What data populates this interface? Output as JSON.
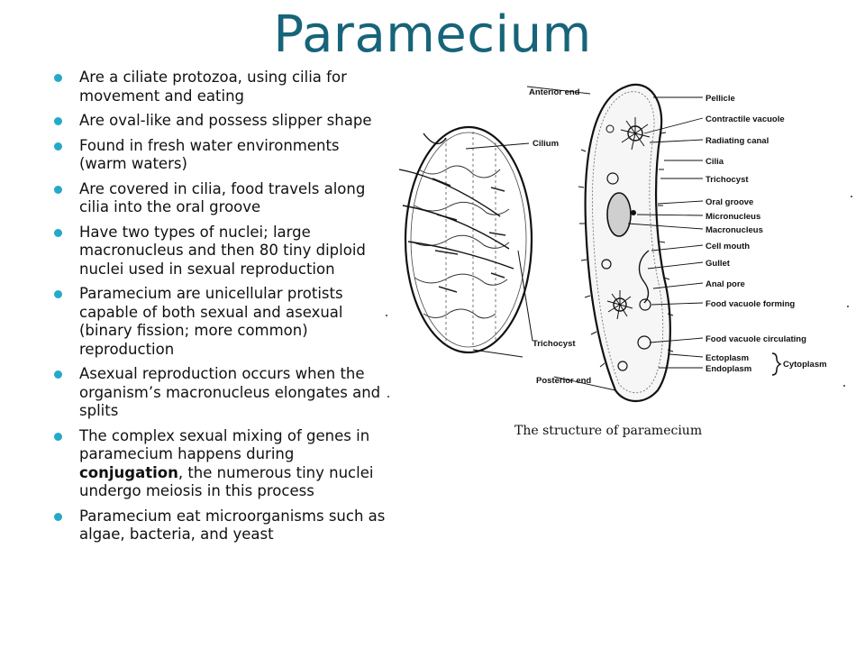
{
  "slide": {
    "title": "Paramecium",
    "bullets": [
      {
        "text": "Are a ciliate protozoa, using cilia for movement and eating"
      },
      {
        "text": "Are oval-like and possess slipper shape"
      },
      {
        "text": "Found in fresh water environments (warm waters)"
      },
      {
        "text": "Are covered in cilia, food travels along cilia into the oral groove"
      },
      {
        "text": "Have two types of nuclei; large macronucleus and then 80 tiny diploid nuclei used in sexual reproduction"
      },
      {
        "text": "Paramecium are unicellular protists capable of both sexual and asexual (binary fission; more common) reproduction"
      },
      {
        "text": "Asexual reproduction occurs when the organism’s macronucleus elongates and splits"
      },
      {
        "pre": "The complex sexual mixing of genes in paramecium happens during ",
        "bold": "conjugation",
        "post": ", the numerous tiny nuclei undergo meiosis in this process"
      },
      {
        "text": "Paramecium eat microorganisms such as algae, bacteria, and yeast"
      }
    ],
    "caption": "The structure of paramecium",
    "bullet_color": "#25a9c8",
    "title_color": "#17647a"
  },
  "diagram": {
    "labels_left": {
      "anterior_end": "Anterior end",
      "cilium": "Cilium",
      "trichocyst": "Trichocyst",
      "posterior_end": "Posterior end"
    },
    "labels_right": [
      "Pellicle",
      "Contractile vacuole",
      "Radiating canal",
      "Cilia",
      "Trichocyst",
      "Oral groove",
      "Micronucleus",
      "Macronucleus",
      "Cell mouth",
      "Gullet",
      "Anal pore",
      "Food vacuole forming",
      "Food vacuole circulating",
      "Ectoplasm",
      "Endoplasm"
    ],
    "cytoplasm_label": "Cytoplasm"
  }
}
